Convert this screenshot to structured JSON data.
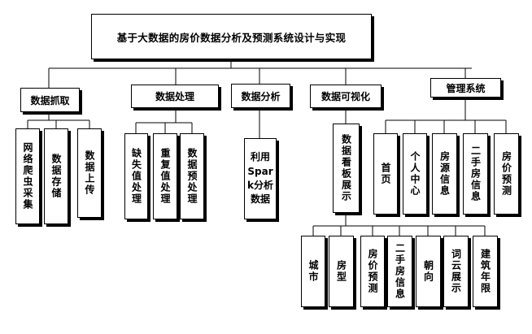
{
  "root": {
    "label": "基于大数据的房价数据分析及预测系统设计与实现"
  },
  "modules": {
    "crawl": {
      "label": "数据抓取",
      "children": [
        "网络爬虫采集",
        "数据存储",
        "数据上传"
      ]
    },
    "process": {
      "label": "数据处理",
      "children": [
        "缺失值处理",
        "重复值处理",
        "数据预处理"
      ]
    },
    "analysis": {
      "label": "数据分析",
      "children": [
        "利用Spark分析数据"
      ]
    },
    "visual": {
      "label": "数据可视化",
      "children": [
        "数据看板展示"
      ],
      "grandchildren": [
        "城市",
        "房型",
        "房价预测",
        "二手房信息",
        "朝向",
        "词云展示",
        "建筑年限"
      ]
    },
    "manage": {
      "label": "管理系统",
      "children": [
        "首页",
        "个人中心",
        "房源信息",
        "二手房信息",
        "房价预测"
      ]
    }
  }
}
